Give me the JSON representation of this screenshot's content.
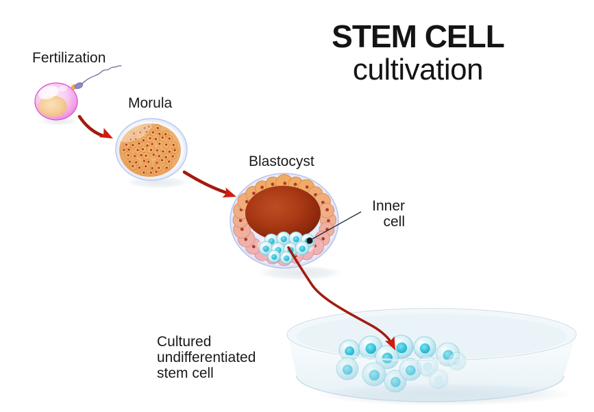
{
  "title": {
    "line1": "STEM CELL",
    "line2": "cultivation"
  },
  "labels": {
    "fertilization": "Fertilization",
    "morula": "Morula",
    "blastocyst": "Blastocyst",
    "inner_cell": "Inner\ncell",
    "cultured_stem_cell": "Cultured\nundifferentiated\nstem cell"
  },
  "colors": {
    "background": "#ffffff",
    "text": "#1a1a1a",
    "arrow_red": "#c01d0f",
    "egg_pink": "#ee82e4",
    "egg_yolk": "#f2b277",
    "sperm_blue": "#8a8cc8",
    "morula_cell_orange": "#f4b26e",
    "blastocyst_shell_lavender": "#d7ddf6",
    "blastocyst_cavity_red": "#8c280c",
    "stem_cell_cyan": "#34c1da",
    "dish_glass_blue": "#d9eaf2"
  }
}
